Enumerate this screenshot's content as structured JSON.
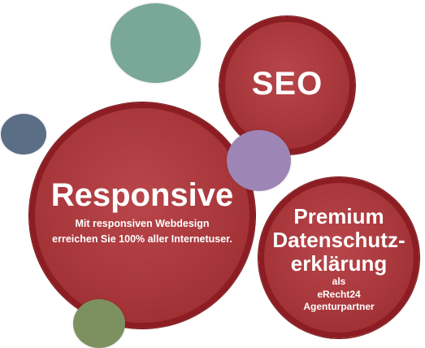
{
  "bubbles": {
    "seo": {
      "title": "SEO"
    },
    "responsive": {
      "title": "Responsive",
      "subtitle_line1": "Mit responsiven Webdesign",
      "subtitle_line2": "erreichen Sie 100% aller Internetuser."
    },
    "premium": {
      "line1": "Premium",
      "line2": "Datenschutz-",
      "line3": "erklärung",
      "small1": "als",
      "small2": "eRecht24",
      "small3": "Agenturpartner"
    }
  },
  "colors": {
    "red_fill": "#a8373b",
    "red_border": "#8c1d22",
    "teal": "#7aa898",
    "slate": "#5a6f86",
    "lavender": "#9d86b5",
    "olive": "#7d9060",
    "text": "#ffffff"
  }
}
